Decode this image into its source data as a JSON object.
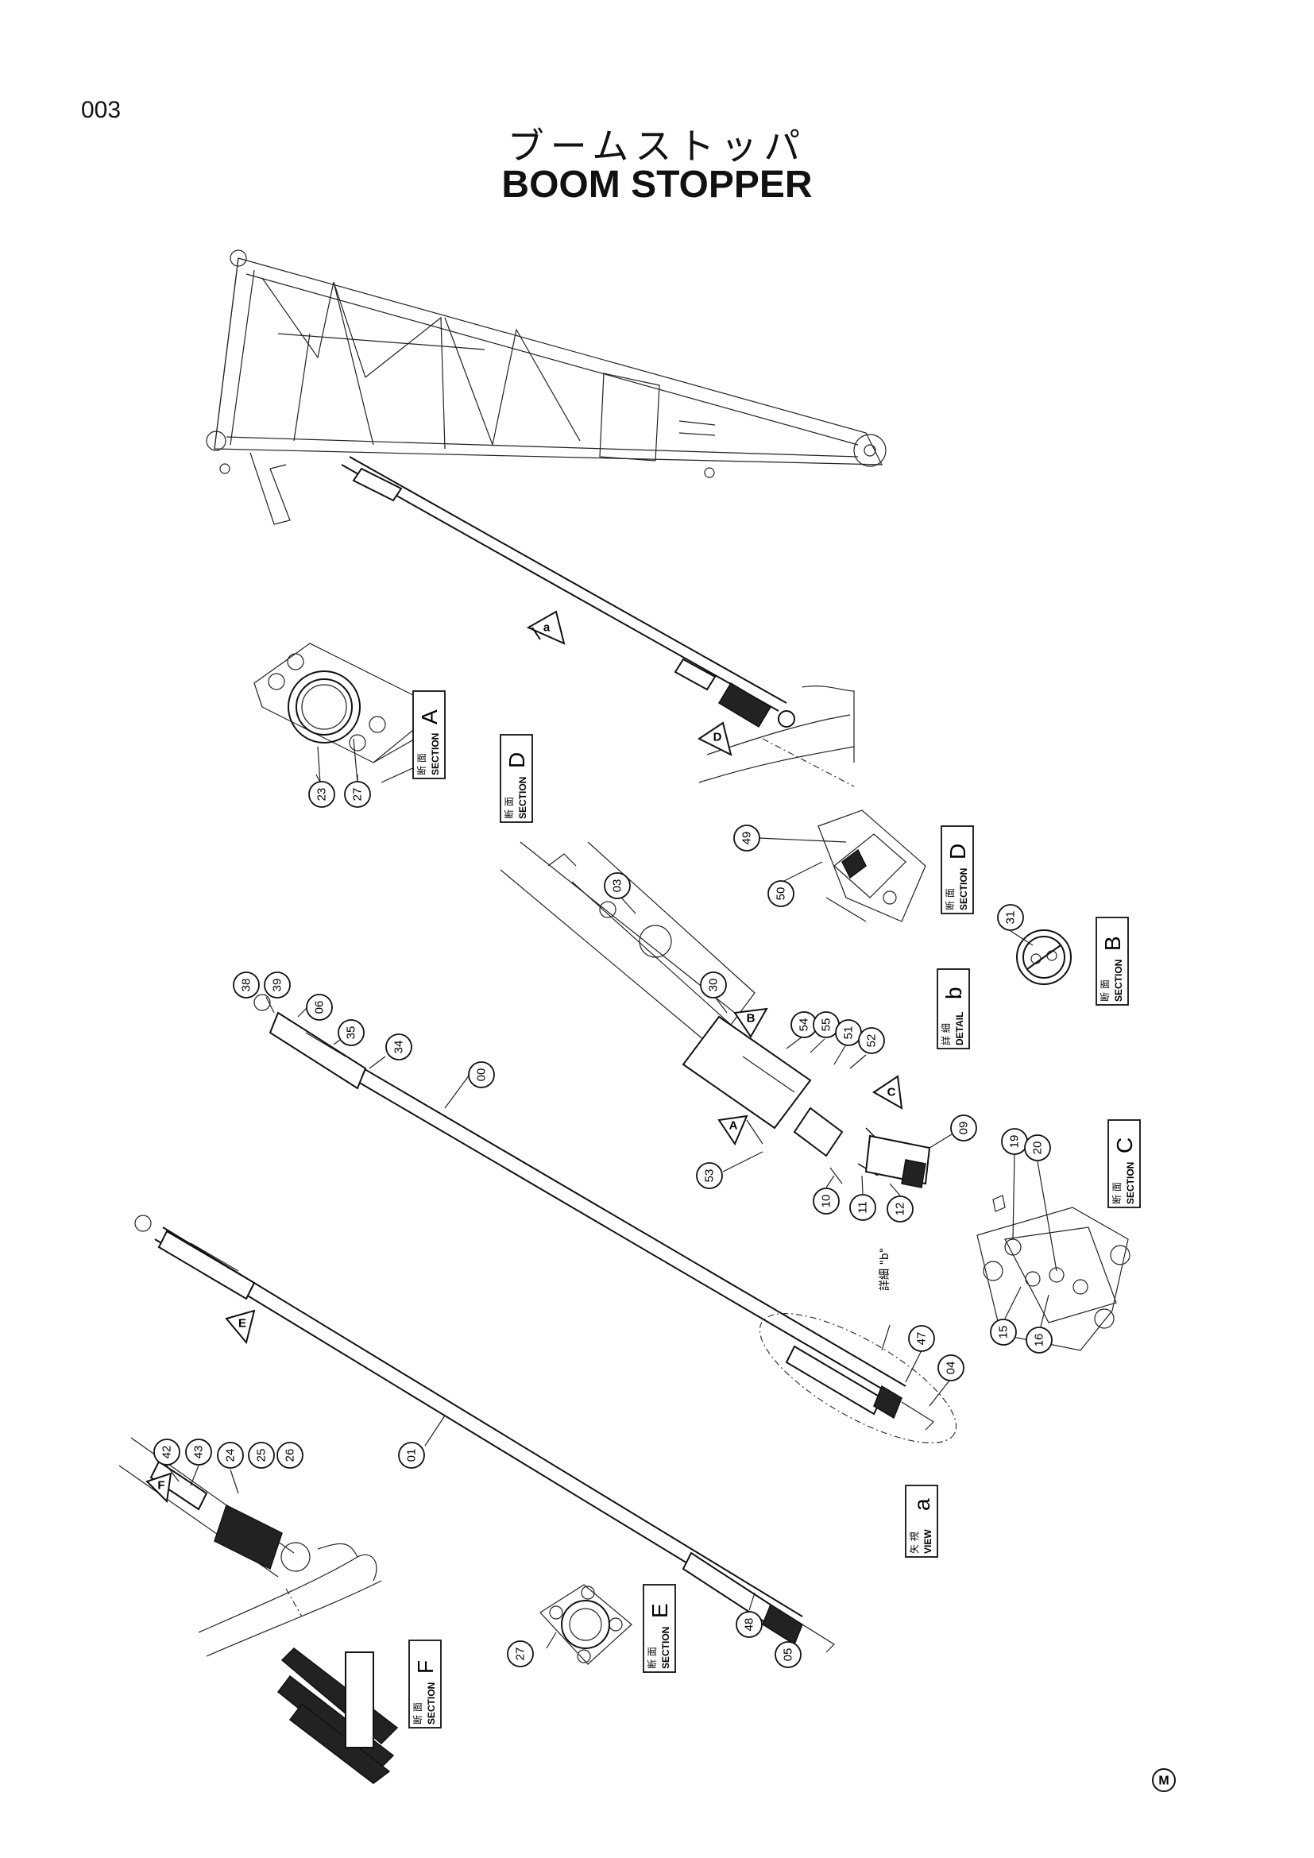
{
  "page": {
    "page_number": "003",
    "title_jp": "ブームストッパ",
    "title_en": "BOOM STOPPER",
    "mark": "M"
  },
  "labels": {
    "section_a": {
      "jp": "断 面",
      "en": "SECTION",
      "letter": "A"
    },
    "section_d_upper": {
      "jp": "断 面",
      "en": "SECTION",
      "letter": "D"
    },
    "section_d_lower": {
      "jp": "断 面",
      "en": "SECTION",
      "letter": "D"
    },
    "section_b": {
      "jp": "断 面",
      "en": "SECTION",
      "letter": "B"
    },
    "section_c": {
      "jp": "断 面",
      "en": "SECTION",
      "letter": "C"
    },
    "section_e": {
      "jp": "断 面",
      "en": "SECTION",
      "letter": "E"
    },
    "section_f": {
      "jp": "断 面",
      "en": "SECTION",
      "letter": "F"
    },
    "detail_b": {
      "jp": "詳 細",
      "en": "DETAIL",
      "letter": "b"
    },
    "view_a": {
      "jp": "矢 視",
      "en": "VIEW",
      "letter": "a"
    },
    "detail_b_note": "詳細 \"b\""
  },
  "view_arrows": [
    "a",
    "D",
    "B",
    "C",
    "A",
    "E",
    "F"
  ],
  "callouts": [
    "23",
    "27",
    "49",
    "50",
    "31",
    "03",
    "30",
    "38",
    "39",
    "06",
    "35",
    "34",
    "00",
    "54",
    "55",
    "51",
    "52",
    "53",
    "09",
    "10",
    "11",
    "12",
    "19",
    "20",
    "15",
    "16",
    "47",
    "04",
    "01",
    "42",
    "43",
    "24",
    "25",
    "26",
    "27",
    "48",
    "05"
  ]
}
